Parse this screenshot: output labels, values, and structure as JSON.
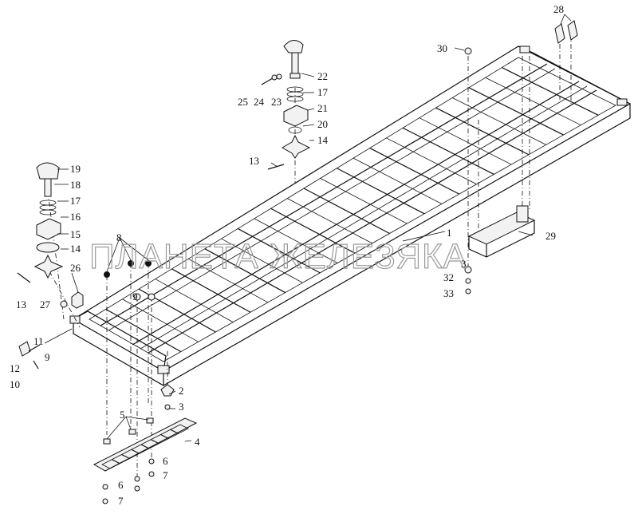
{
  "watermark": "ПЛАНЕТА ЖЕЛЕЗЯКА",
  "callouts": {
    "c1": "1",
    "c2": "2",
    "c3a": "3",
    "c3b": "3",
    "c4": "4",
    "c5": "5",
    "c6a": "6",
    "c6b": "6",
    "c7a": "7",
    "c7b": "7",
    "c8": "8",
    "c9a": "9",
    "c9b": "9",
    "c10": "10",
    "c11": "11",
    "c12": "12",
    "c13a": "13",
    "c13b": "13",
    "c14a": "14",
    "c14b": "14",
    "c15": "15",
    "c16": "16",
    "c17a": "17",
    "c17b": "17",
    "c18": "18",
    "c19": "19",
    "c20": "20",
    "c21": "21",
    "c22": "22",
    "c23": "23",
    "c24": "24",
    "c25": "25",
    "c26": "26",
    "c27": "27",
    "c28": "28",
    "c29": "29",
    "c30": "30",
    "c32": "32",
    "c33": "33"
  }
}
